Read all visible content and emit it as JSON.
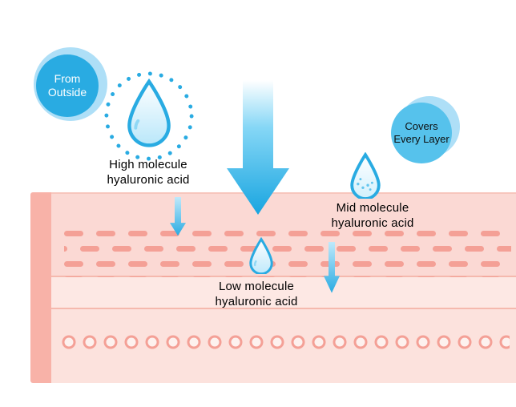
{
  "badges": {
    "from_outside": {
      "line1": "From",
      "line2": "Outside"
    },
    "covers_every_layer": {
      "line1": "Covers",
      "line2": "Every Layer"
    }
  },
  "labels": {
    "high": {
      "line1": "High molecule",
      "line2": "hyaluronic acid"
    },
    "mid": {
      "line1": "Mid molecule",
      "line2": "hyaluronic acid"
    },
    "low": {
      "line1": "Low molecule",
      "line2": "hyaluronic acid"
    }
  },
  "icons": {
    "high_droplet": "large-droplet-with-dotted-ring",
    "mid_droplet": "droplet-with-particles",
    "low_droplet": "small-droplet",
    "big_arrow": "large-gradient-down-arrow",
    "small_arrows": "small-gradient-down-arrow"
  },
  "colors": {
    "accent_blue": "#29abe2",
    "light_blue": "#aedff7",
    "mid_blue": "#56c2ec",
    "skin_pink_top": "#fbd9d4",
    "skin_pink_mid": "#fde8e4",
    "skin_pink_bottom": "#fce2dd",
    "skin_edge": "#f8b2a8",
    "dash_salmon": "#f4a096",
    "text_dark": "#000000",
    "badge_text_light": "#ffffff"
  }
}
